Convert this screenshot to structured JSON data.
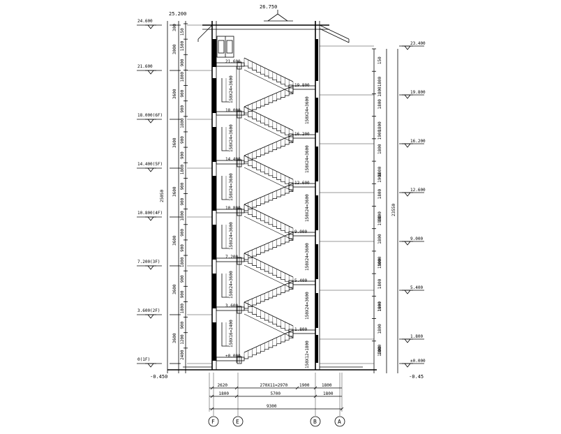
{
  "top_elevations": {
    "ridge": "26.750",
    "eave": "25.200"
  },
  "left_levels": [
    {
      "label": "24.600"
    },
    {
      "label": "21.600"
    },
    {
      "label": "18.000(6F)"
    },
    {
      "label": "14.400(5F)"
    },
    {
      "label": "10.800(4F)"
    },
    {
      "label": "7.200(3F)"
    },
    {
      "label": "3.600(2F)"
    },
    {
      "label": "0(1F)"
    }
  ],
  "ground_left": "-0.450",
  "ground_right": "-0.45",
  "left_total": "25050",
  "left_dims_outer": [
    "300",
    "3000",
    "3600",
    "3600",
    "3600",
    "3600",
    "3600",
    "3600"
  ],
  "left_dims_inner": [
    "150",
    "1500",
    "900",
    "1800",
    "900",
    "900",
    "1800",
    "900",
    "900",
    "1800",
    "900",
    "900",
    "1800",
    "900",
    "900",
    "1800",
    "900",
    "900",
    "1800",
    "900",
    "1200",
    "2400"
  ],
  "right_levels": [
    {
      "label": "23.400"
    },
    {
      "label": "19.800"
    },
    {
      "label": "16.200"
    },
    {
      "label": "12.600"
    },
    {
      "label": "9.000"
    },
    {
      "label": "5.400"
    },
    {
      "label": "1.800"
    },
    {
      "label": "±0.000"
    }
  ],
  "right_total": "23550",
  "right_dims": [
    "150",
    "1800",
    "1800",
    "1800",
    "1800",
    "1800",
    "1800",
    "1800",
    "1800",
    "1800",
    "1800",
    "1800",
    "1800",
    "1800"
  ],
  "right_dims_sub": [
    "1800",
    "1900",
    "1900",
    "1900",
    "1900",
    "1900",
    "1800"
  ],
  "landings_left": [
    "21.600",
    "18.000",
    "14.400",
    "10.800",
    "7.200",
    "3.600",
    "±0.000"
  ],
  "landings_right": [
    "19.800",
    "16.200",
    "12.600",
    "9.000",
    "5.400",
    "1.800"
  ],
  "flights_right": [
    "150X24=3600",
    "150X24=3600",
    "150X24=3600",
    "150X24=3600",
    "150X24=3600",
    "150X12=1800"
  ],
  "flights_left": [
    "150X24=3600",
    "150X24=3600",
    "150X24=3600",
    "150X24=3600",
    "150X24=3600",
    "150X16=2400"
  ],
  "bottom_dims_row1": [
    "2620",
    "270X11=2970",
    "1900",
    "1800"
  ],
  "bottom_dims_row2": [
    "1800",
    "5700",
    "1800"
  ],
  "bottom_dims_total": "9300",
  "axes": [
    "F",
    "E",
    "B",
    "A"
  ]
}
